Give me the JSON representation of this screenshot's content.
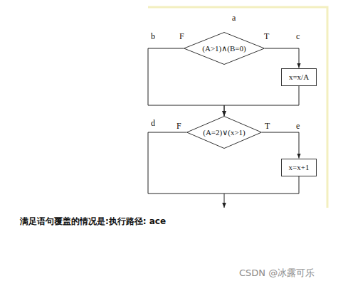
{
  "diagram": {
    "nodes": [
      {
        "text": [
          "(A>1)∧(B=0)"
        ]
      },
      {
        "text": [
          "x=x/A"
        ]
      },
      {
        "text": [
          "(A=2)∨(x>1)"
        ]
      },
      {
        "text": [
          "x=x+1"
        ]
      }
    ],
    "edges": [
      {
        "from": 0,
        "to": 1,
        "arrow": "to"
      },
      {
        "from": 0,
        "to": 2,
        "arrow": "to"
      },
      {
        "from": 1,
        "to": 2,
        "arrow": "to"
      },
      {
        "from": 2,
        "to": 3,
        "arrow": "to"
      }
    ],
    "labels": [
      "a",
      "b",
      "F",
      "T",
      "c",
      "d",
      "F",
      "T",
      "e",
      "满足语句覆盖的情况是:执行路径: ace",
      "CSDN @冰露可乐"
    ]
  }
}
